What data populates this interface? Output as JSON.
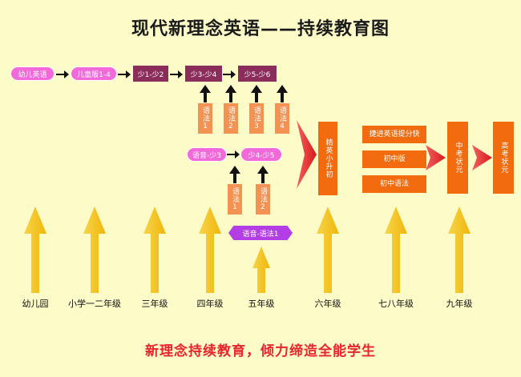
{
  "title": "现代新理念英语——持续教育图",
  "slogan": "新理念持续教育，倾力缔造全能学生",
  "top_row": {
    "kids_english": "幼儿英语",
    "children_1_4": "儿童版1-4",
    "step_1_2": "少1-少2",
    "step_3_4": "少3-少4",
    "step_5_6": "少5-少6"
  },
  "grammar_boxes": [
    "语法1",
    "语法2",
    "语法3",
    "语法4"
  ],
  "mid_row": {
    "phonics_3": "语音-少3",
    "step_4_5": "少4-少5"
  },
  "grammar_boxes_lower": [
    "语法1",
    "语法2"
  ],
  "phonics_grammar": "语音-语法1",
  "elite": "精英小升初",
  "junior": {
    "fast_track": "捷进英语提分快",
    "junior_edition": "初中版",
    "junior_grammar": "初中语法"
  },
  "zhongkao": "中考状元",
  "gaokao": "高考状元",
  "grades": [
    "幼儿园",
    "小学一二年级",
    "三年级",
    "四年级",
    "五年级",
    "六年级",
    "七八年级",
    "九年级"
  ],
  "colors": {
    "background": "#fdfbc8",
    "pill_pink": "#f26ad9",
    "purple_box": "#8b2d5b",
    "light_orange": "#f39252",
    "dark_orange": "#f26b0f",
    "red_arrow": "#e8242c",
    "yellow_arrow": "#f5c518",
    "hex_purple": "#b43ee6"
  }
}
